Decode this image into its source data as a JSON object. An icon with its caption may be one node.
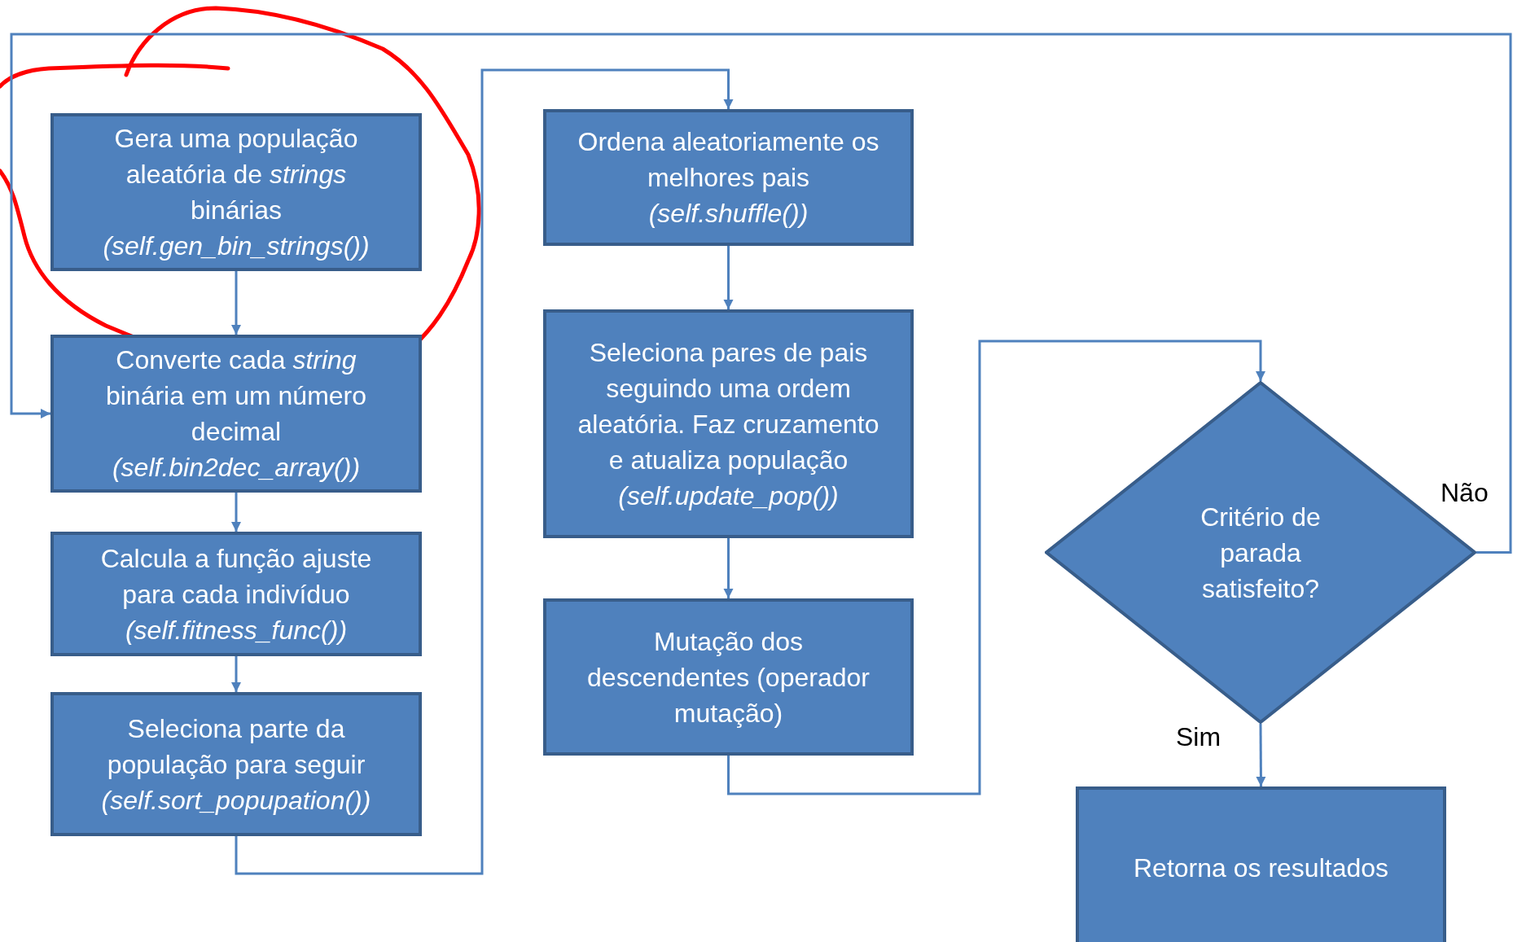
{
  "diagram": {
    "nodes": [
      {
        "text": [
          "Gera uma população aleatória de *strings* binárias",
          "(self.gen_bin_strings())"
        ]
      },
      {
        "text": [
          "Converte cada *string* binária em um número decimal",
          "(self.bin2dec_array())"
        ]
      },
      {
        "text": [
          "Calcula a função ajuste para cada indivíduo",
          "(self.fitness_func())"
        ]
      },
      {
        "text": [
          "Seleciona parte da população para seguir",
          "(self.sort_popupation())"
        ]
      },
      {
        "text": [
          "Ordena aleatoriamente os melhores pais",
          "(self.shuffle())"
        ]
      },
      {
        "text": [
          "Seleciona pares de pais seguindo uma ordem aleatória. Faz cruzamento e atualiza população",
          "(self.update_pop())"
        ]
      },
      {
        "text": [
          "Mutação dos descendentes (operador mutação)"
        ]
      },
      {
        "text": [
          "Critério de parada satisfeito?"
        ]
      },
      {
        "text": [
          "Retorna os resultados"
        ]
      }
    ],
    "edges": [
      {
        "from": 0,
        "to": 1,
        "arrow": "to"
      },
      {
        "from": 1,
        "to": 2,
        "arrow": "to"
      },
      {
        "from": 2,
        "to": 3,
        "arrow": "to"
      },
      {
        "from": 3,
        "to": 4,
        "arrow": "to"
      },
      {
        "from": 4,
        "to": 5,
        "arrow": "to"
      },
      {
        "from": 5,
        "to": 6,
        "arrow": "to"
      },
      {
        "from": 6,
        "to": 7,
        "arrow": "to"
      },
      {
        "from": 7,
        "to": 8,
        "label": "Sim",
        "arrow": "to"
      },
      {
        "from": 7,
        "to": 1,
        "label": "Não",
        "arrow": "to"
      }
    ]
  }
}
